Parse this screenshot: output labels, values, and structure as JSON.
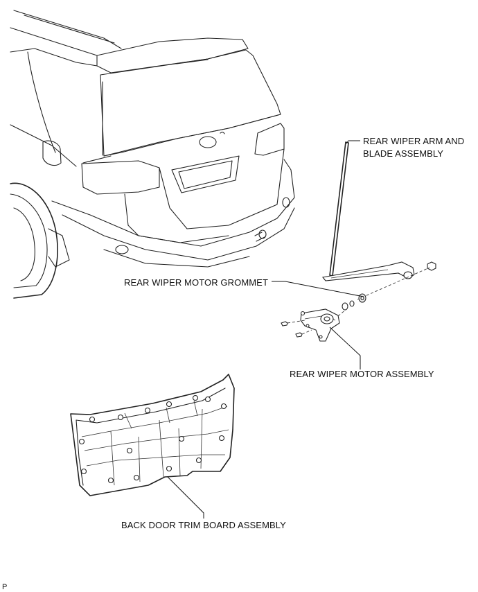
{
  "labels": {
    "arm_line1": "REAR WIPER ARM AND",
    "arm_line2": "BLADE ASSEMBLY",
    "grommet": "REAR WIPER MOTOR GROMMET",
    "motor": "REAR WIPER MOTOR ASSEMBLY",
    "trim": "BACK DOOR TRIM BOARD ASSEMBLY",
    "figure_code": "P"
  },
  "colors": {
    "line": "#222222",
    "background": "#ffffff"
  }
}
